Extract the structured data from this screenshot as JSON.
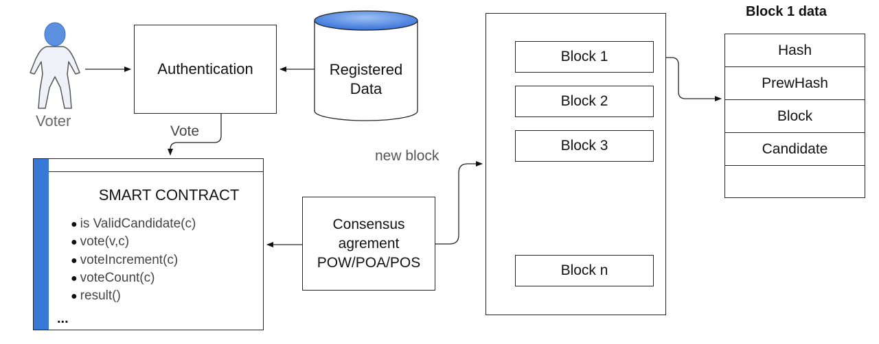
{
  "voter": {
    "label": "Voter"
  },
  "authentication": {
    "label": "Authentication"
  },
  "registered_data": {
    "label": "Registered Data"
  },
  "vote_arrow": {
    "label": "Vote"
  },
  "smart_contract": {
    "title": "SMART CONTRACT",
    "functions": [
      "is ValidCandidate(c)",
      "vote(v,c)",
      "voteIncrement(c)",
      "voteCount(c)",
      "result()"
    ],
    "more": "..."
  },
  "consensus": {
    "line1": "Consensus",
    "line2": "agrement",
    "line3": "POW/POA/POS"
  },
  "new_block_arrow": {
    "label": "new block"
  },
  "chain": {
    "blocks": [
      "Block 1",
      "Block 2",
      "Block 3",
      "Block n"
    ]
  },
  "block_data": {
    "title": "Block 1 data",
    "rows": [
      "Hash",
      "PrewHash",
      "Block",
      "Candidate",
      ""
    ]
  },
  "colors": {
    "accent": "#3a78d8",
    "voter_fill": "#eef2f8",
    "voter_head": "#5b8fe0"
  }
}
